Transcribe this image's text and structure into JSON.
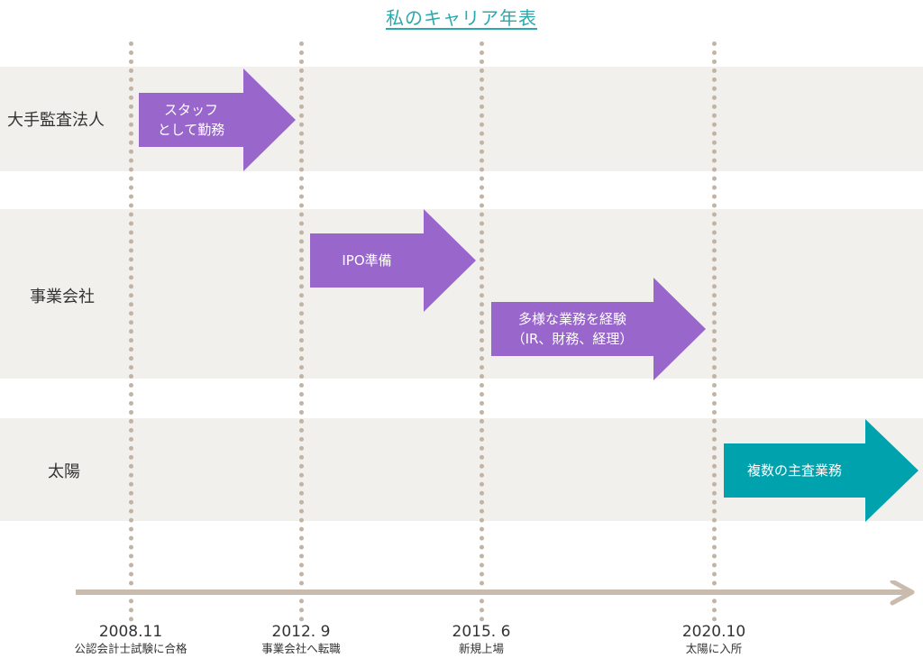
{
  "title": "私のキャリア年表",
  "rows": [
    {
      "label": "大手監査法人"
    },
    {
      "label": "事業会社"
    },
    {
      "label": "太陽"
    }
  ],
  "arrows": [
    {
      "line1": "スタッフ",
      "line2": "として勤務",
      "color": "#9966cc"
    },
    {
      "line1": "IPO準備",
      "line2": "",
      "color": "#9966cc"
    },
    {
      "line1": "多様な業務を経験",
      "line2": "（IR、財務、経理）",
      "color": "#9966cc"
    },
    {
      "line1": "複数の主査業務",
      "line2": "",
      "color": "#00a3ad"
    }
  ],
  "milestones": [
    {
      "date": "2008.11",
      "event": "公認会計士試験に合格"
    },
    {
      "date": "2012. 9",
      "event": "事業会社へ転職"
    },
    {
      "date": "2015. 6",
      "event": "新規上場"
    },
    {
      "date": "2020.10",
      "event": "太陽に入所"
    }
  ],
  "colors": {
    "accent": "#2aa9ad",
    "band": "#f2f0ec",
    "dotted_line": "#c2b4a5",
    "axis": "#c9bcae"
  }
}
